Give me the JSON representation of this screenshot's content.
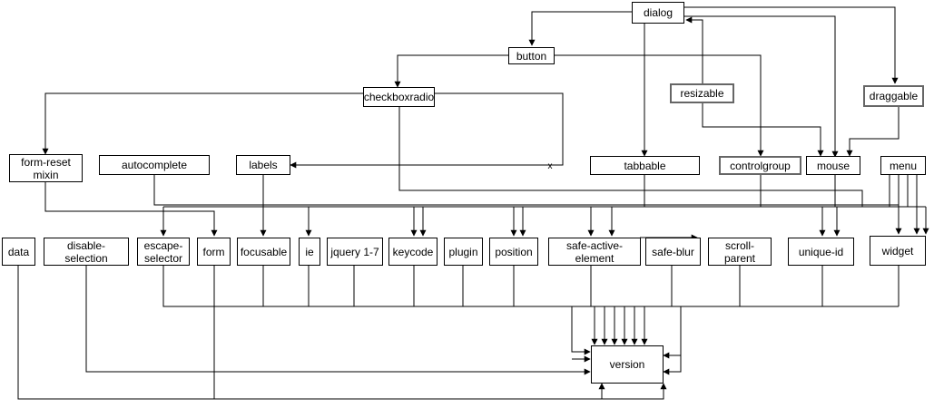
{
  "diagram": {
    "nodes": {
      "dialog": "dialog",
      "button": "button",
      "checkboxradio": "checkboxradio",
      "resizable": "resizable",
      "draggable": "draggable",
      "form_reset_mixin": "form-reset mixin",
      "autocomplete": "autocomplete",
      "labels": "labels",
      "tabbable": "tabbable",
      "controlgroup": "controlgroup",
      "mouse": "mouse",
      "menu": "menu",
      "data": "data",
      "disable_selection": "disable-selection",
      "escape_selector": "escape-selector",
      "form": "form",
      "focusable": "focusable",
      "ie": "ie",
      "jquery_1_7": "jquery 1-7",
      "keycode": "keycode",
      "plugin": "plugin",
      "position": "position",
      "safe_active_element": "safe-active-element",
      "safe_blur": "safe-blur",
      "scroll_parent": "scroll-parent",
      "unique_id": "unique-id",
      "widget": "widget",
      "version": "version"
    },
    "edge_label_x": "x",
    "colors": {
      "line": "#000000",
      "background": "#ffffff",
      "node_border": "#000000",
      "thick_border": "#666666"
    }
  }
}
